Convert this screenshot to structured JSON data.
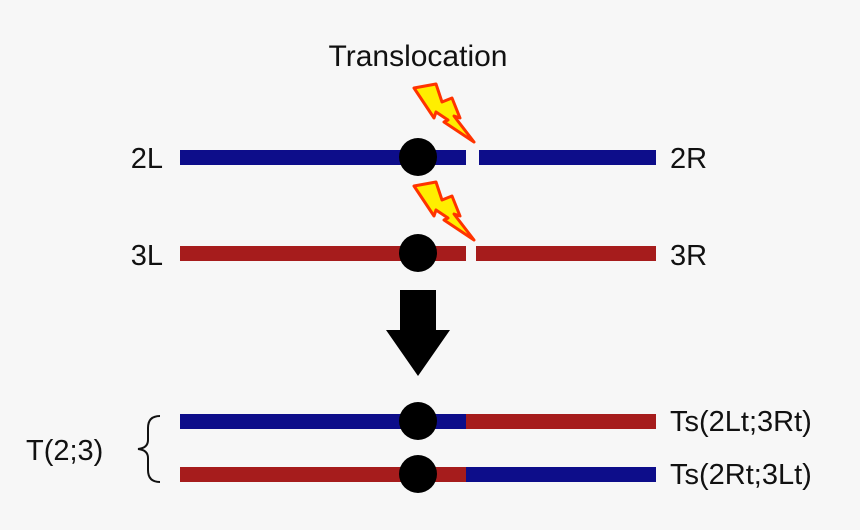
{
  "title": "Translocation",
  "colors": {
    "chromosome2": "#0d0d8a",
    "chromosome3": "#a61c1c",
    "centromere": "#000000",
    "bolt_fill": "#ffee00",
    "bolt_outline": "#ff3300",
    "arrow": "#000000"
  },
  "before": {
    "chr2": {
      "left_label": "2L",
      "right_label": "2R"
    },
    "chr3": {
      "left_label": "3L",
      "right_label": "3R"
    }
  },
  "after": {
    "group_label": "T(2;3)",
    "row1_label": "Ts(2Lt;3Rt)",
    "row2_label": "Ts(2Rt;3Lt)"
  },
  "icons": [
    "lightning-bolt-icon",
    "down-arrow-icon",
    "brace-icon"
  ]
}
